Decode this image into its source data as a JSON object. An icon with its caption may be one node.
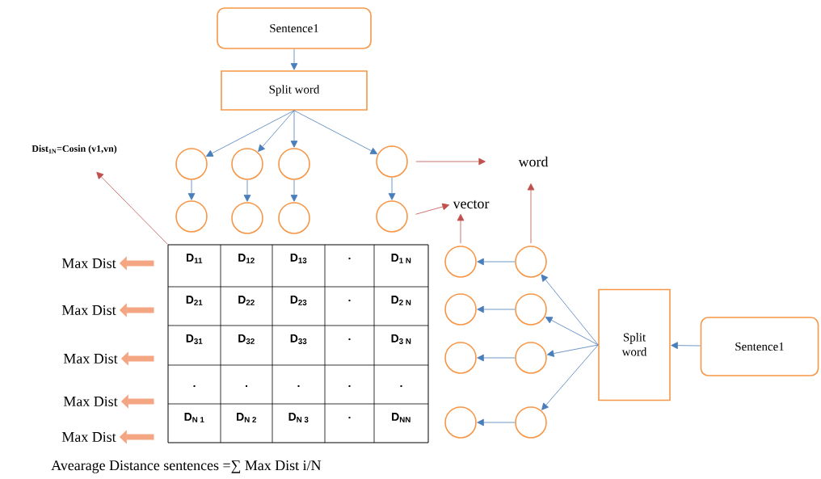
{
  "diagram": {
    "nodes": [
      {
        "text": [
          "Sentence1"
        ]
      },
      {
        "text": [
          "Split word"
        ]
      },
      {
        "text": [],
        "shape": "circle"
      },
      {
        "text": [],
        "shape": "circle"
      },
      {
        "text": [],
        "shape": "circle"
      },
      {
        "text": [],
        "shape": "circle"
      },
      {
        "text": [],
        "shape": "circle"
      },
      {
        "text": [],
        "shape": "circle"
      },
      {
        "text": [],
        "shape": "circle"
      },
      {
        "text": [],
        "shape": "circle"
      },
      {
        "text": [
          "word"
        ]
      },
      {
        "text": [
          "vector"
        ]
      },
      {
        "text": [
          "Dist$_{1N}$=Cosin (v1,vn)"
        ]
      },
      {
        "text": [],
        "shape": "box"
      },
      {
        "text": [],
        "shape": "circle"
      },
      {
        "text": [],
        "shape": "circle"
      },
      {
        "text": [],
        "shape": "circle"
      },
      {
        "text": [],
        "shape": "circle"
      },
      {
        "text": [],
        "shape": "circle"
      },
      {
        "text": [],
        "shape": "circle"
      },
      {
        "text": [],
        "shape": "circle"
      },
      {
        "text": [],
        "shape": "circle"
      },
      {
        "text": [
          "Split word"
        ]
      },
      {
        "text": [
          "Sentence1"
        ]
      },
      {
        "text": [
          "Max Dist"
        ]
      },
      {
        "text": [
          "Max Dist"
        ]
      },
      {
        "text": [
          "Max Dist"
        ]
      },
      {
        "text": [
          "Max Dist"
        ]
      },
      {
        "text": [
          "Max Dist"
        ]
      }
    ],
    "edges": [
      {
        "from": 0,
        "to": 1,
        "arrow": "to"
      },
      {
        "from": 1,
        "to": 2,
        "arrow": "to"
      },
      {
        "from": 1,
        "to": 3,
        "arrow": "to"
      },
      {
        "from": 1,
        "to": 4,
        "arrow": "to"
      },
      {
        "from": 1,
        "to": 5,
        "arrow": "to"
      },
      {
        "from": 2,
        "to": 6,
        "arrow": "to"
      },
      {
        "from": 3,
        "to": 7,
        "arrow": "to"
      },
      {
        "from": 4,
        "to": 8,
        "arrow": "to"
      },
      {
        "from": 5,
        "to": 9,
        "arrow": "to"
      },
      {
        "from": 5,
        "to": 10,
        "arrow": "to",
        "color": "#c0504d"
      },
      {
        "from": 9,
        "to": 11,
        "arrow": "to",
        "color": "#c0504d"
      },
      {
        "from": 14,
        "to": 11,
        "arrow": "to",
        "color": "#c0504d"
      },
      {
        "from": 15,
        "to": 10,
        "arrow": "to",
        "color": "#c0504d"
      },
      {
        "from": 13,
        "to": 12,
        "arrow": "to",
        "color": "#c0504d"
      },
      {
        "from": 23,
        "to": 22,
        "arrow": "to"
      },
      {
        "from": 22,
        "to": 15,
        "arrow": "to"
      },
      {
        "from": 22,
        "to": 17,
        "arrow": "to"
      },
      {
        "from": 22,
        "to": 19,
        "arrow": "to"
      },
      {
        "from": 22,
        "to": 21,
        "arrow": "to"
      },
      {
        "from": 15,
        "to": 14,
        "arrow": "to"
      },
      {
        "from": 17,
        "to": 16,
        "arrow": "to"
      },
      {
        "from": 19,
        "to": 18,
        "arrow": "to"
      },
      {
        "from": 21,
        "to": 20,
        "arrow": "to"
      },
      {
        "from": 13,
        "to": 24,
        "arrow": "to",
        "style": "thick",
        "color": "#f4a582"
      },
      {
        "from": 13,
        "to": 25,
        "arrow": "to",
        "style": "thick",
        "color": "#f4a582"
      },
      {
        "from": 13,
        "to": 26,
        "arrow": "to",
        "style": "thick",
        "color": "#f4a582"
      },
      {
        "from": 13,
        "to": 27,
        "arrow": "to",
        "style": "thick",
        "color": "#f4a582"
      },
      {
        "from": 13,
        "to": 28,
        "arrow": "to",
        "style": "thick",
        "color": "#f4a582"
      }
    ],
    "labels": [
      "D$_{11}$",
      "D$_{12}$",
      "D$_{13}$",
      ".",
      "D$_{1 N}$",
      "D$_{21}$",
      "D$_{22}$",
      "D$_{23}$",
      ".",
      "D$_{2 N}$",
      "D$_{31}$",
      "D$_{32}$",
      "D$_{33}$",
      ".",
      "D$_{3 N}$",
      ".",
      ".",
      ".",
      ".",
      ".",
      "D$_{N 1}$",
      "D$_{N 2}$",
      "D$_{N 3}$",
      ".",
      "D$_{NN}$",
      "Avearage  Distance sentences =∑ Max Dist i/N"
    ]
  }
}
